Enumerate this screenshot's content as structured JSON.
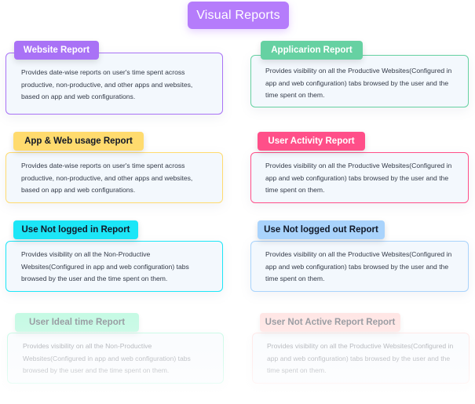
{
  "title": "Visual Reports",
  "colors": {
    "title_bg": "#b57cfb",
    "purple": "#a972f6",
    "green": "#66d1a2",
    "yellow": "#ffdb6e",
    "pink": "#ff4f89",
    "cyan": "#1ce6f7",
    "blue": "#a9d3fc",
    "mint": "#80f5c4",
    "salmon": "#ffc9c7",
    "card_bg": "#f3f8fd"
  },
  "reports": [
    {
      "label": "Website Report",
      "description": "Provides date-wise reports on user's time spent across productive, non-productive, and other apps and websites, based on app and web configurations.",
      "color_key": "purple"
    },
    {
      "label": "Applicarion Report",
      "description": "Provides visibility on all the Productive Websites(Configured in app and web configuration) tabs browsed by the user and the time spent on them.",
      "color_key": "green"
    },
    {
      "label": "App & Web usage Report",
      "description": "Provides date-wise reports on user's time spent across productive, non-productive, and other apps and websites, based on app and web configurations.",
      "color_key": "yellow"
    },
    {
      "label": "User Activity Report",
      "description": "Provides visibility on all the Productive Websites(Configured in app and web configuration) tabs browsed by the user and the time spent on them.",
      "color_key": "pink"
    },
    {
      "label": "Use Not logged in Report",
      "description": "Provides visibility on all the Non-Productive Websites(Configured in app and web configuration) tabs browsed by the user and the time spent on them.",
      "color_key": "cyan"
    },
    {
      "label": "Use Not logged out Report",
      "description": "Provides visibility on all the Productive Websites(Configured in app and web configuration) tabs browsed by the user and the time spent on them.",
      "color_key": "blue"
    },
    {
      "label": "User Ideal time Report",
      "description": "Provides visibility on all the Non-Productive Websites(Configured in app and web configuration) tabs browsed by the user and the time spent on them.",
      "color_key": "mint"
    },
    {
      "label": "User Not Active Report Report",
      "description": "Provides visibility on all the Productive Websites(Configured in app and web configuration) tabs browsed by the user and the time spent on them.",
      "color_key": "salmon"
    }
  ]
}
